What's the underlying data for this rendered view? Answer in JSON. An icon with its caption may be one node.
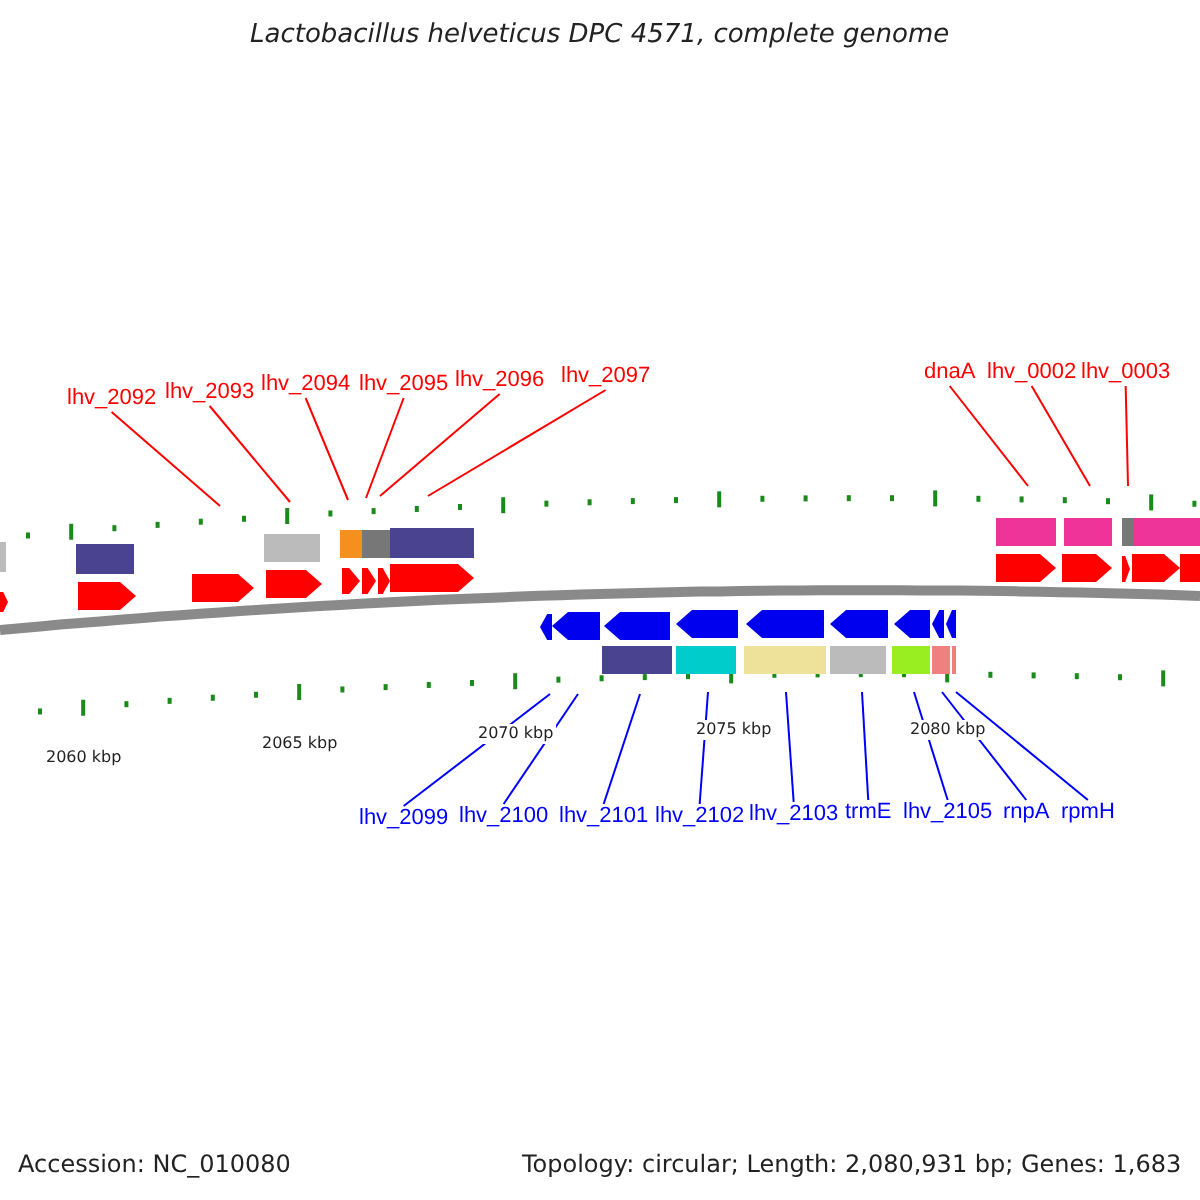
{
  "diagram": {
    "title": "Lactobacillus helveticus DPC 4571, complete genome",
    "nodes": [
      {
        "text": [
          "lhv_2092"
        ]
      },
      {
        "text": [
          "lhv_2093"
        ]
      },
      {
        "text": [
          "lhv_2094"
        ]
      },
      {
        "text": [
          "lhv_2095"
        ]
      },
      {
        "text": [
          "lhv_2096"
        ]
      },
      {
        "text": [
          "lhv_2097"
        ]
      },
      {
        "text": [
          "dnaA"
        ]
      },
      {
        "text": [
          "lhv_0002"
        ]
      },
      {
        "text": [
          "lhv_0003"
        ]
      },
      {
        "text": [
          "lhv_2099"
        ]
      },
      {
        "text": [
          "lhv_2100"
        ]
      },
      {
        "text": [
          "lhv_2101"
        ]
      },
      {
        "text": [
          "lhv_2102"
        ]
      },
      {
        "text": [
          "lhv_2103"
        ]
      },
      {
        "text": [
          "trmE"
        ]
      },
      {
        "text": [
          "lhv_2105"
        ]
      },
      {
        "text": [
          "rnpA"
        ]
      },
      {
        "text": [
          "rpmH"
        ]
      }
    ],
    "edges": [
      {
        "from": 0,
        "to": null,
        "arrow": "none",
        "color": "#ff0000"
      },
      {
        "from": 1,
        "to": null,
        "arrow": "none",
        "color": "#ff0000"
      },
      {
        "from": 2,
        "to": null,
        "arrow": "none",
        "color": "#ff0000"
      },
      {
        "from": 3,
        "to": null,
        "arrow": "none",
        "color": "#ff0000"
      },
      {
        "from": 4,
        "to": null,
        "arrow": "none",
        "color": "#ff0000"
      },
      {
        "from": 5,
        "to": null,
        "arrow": "none",
        "color": "#ff0000"
      },
      {
        "from": 6,
        "to": null,
        "arrow": "none",
        "color": "#ff0000"
      },
      {
        "from": 7,
        "to": null,
        "arrow": "none",
        "color": "#ff0000"
      },
      {
        "from": 8,
        "to": null,
        "arrow": "none",
        "color": "#ff0000"
      },
      {
        "from": 9,
        "to": null,
        "arrow": "none",
        "color": "#0000ff"
      },
      {
        "from": 10,
        "to": null,
        "arrow": "none",
        "color": "#0000ff"
      },
      {
        "from": 11,
        "to": null,
        "arrow": "none",
        "color": "#0000ff"
      },
      {
        "from": 12,
        "to": null,
        "arrow": "none",
        "color": "#0000ff"
      },
      {
        "from": 13,
        "to": null,
        "arrow": "none",
        "color": "#0000ff"
      },
      {
        "from": 14,
        "to": null,
        "arrow": "none",
        "color": "#0000ff"
      },
      {
        "from": 15,
        "to": null,
        "arrow": "none",
        "color": "#0000ff"
      },
      {
        "from": 16,
        "to": null,
        "arrow": "none",
        "color": "#0000ff"
      },
      {
        "from": 17,
        "to": null,
        "arrow": "none",
        "color": "#0000ff"
      }
    ],
    "labels": [
      "2060 kbp",
      "2065 kbp",
      "2070 kbp",
      "2075 kbp",
      "2080 kbp",
      "Accession: NC_010080",
      "Topology: circular; Length: 2,080,931 bp; Genes: 1,683"
    ]
  }
}
